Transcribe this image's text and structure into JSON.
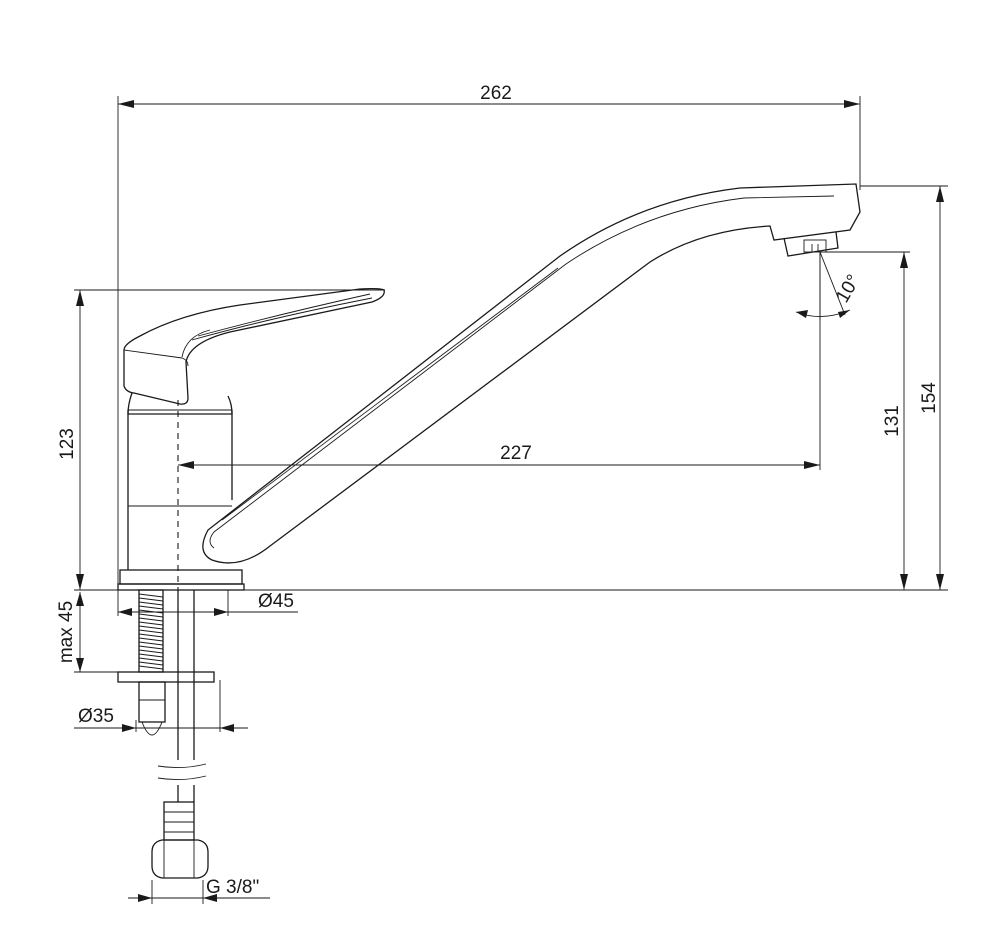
{
  "dimensions": {
    "overall_length": "262",
    "spout_reach": "227",
    "total_height": "154",
    "spout_outlet_height": "131",
    "lever_height": "123",
    "aerator_angle": "10°",
    "base_diameter": "Ø45",
    "deck_thickness": "max 45",
    "hole_diameter": "Ø35",
    "connection_thread": "G 3/8\""
  }
}
